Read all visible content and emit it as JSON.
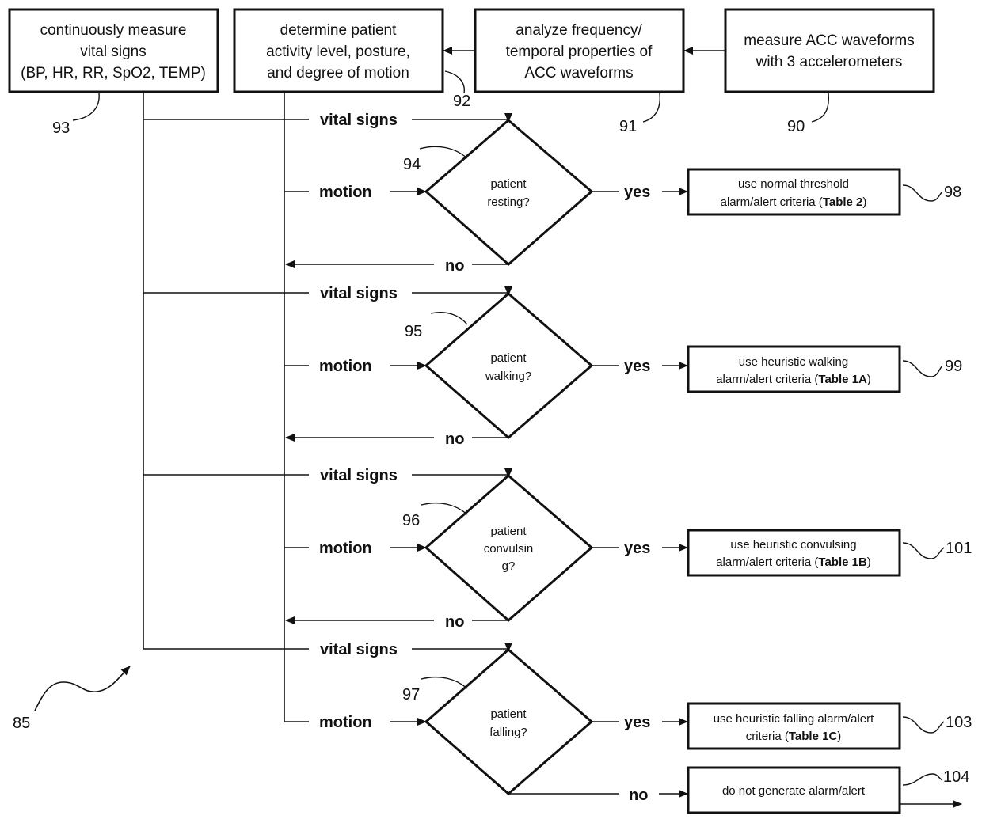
{
  "top_boxes": [
    {
      "ref": "93",
      "lines": [
        "continuously measure",
        "vital signs",
        "(BP, HR, RR, SpO2, TEMP)"
      ]
    },
    {
      "ref": "92",
      "lines": [
        "determine patient",
        "activity level, posture,",
        "and degree of motion"
      ]
    },
    {
      "ref": "91",
      "lines": [
        "analyze frequency/",
        "temporal properties of",
        "ACC waveforms"
      ]
    },
    {
      "ref": "90",
      "lines": [
        "measure ACC waveforms",
        "with 3 accelerometers"
      ]
    }
  ],
  "flow_labels": {
    "vital_signs": "vital signs",
    "motion": "motion",
    "yes": "yes",
    "no": "no"
  },
  "decisions": [
    {
      "ref": "94",
      "lines": [
        "patient",
        "resting?"
      ],
      "result": {
        "ref": "98",
        "line1": "use normal threshold",
        "line2_pre": "alarm/alert criteria (",
        "table": "Table 2",
        "line2_post": ")"
      }
    },
    {
      "ref": "95",
      "lines": [
        "patient",
        "walking?"
      ],
      "result": {
        "ref": "99",
        "line1": "use heuristic walking",
        "line2_pre": "alarm/alert criteria (",
        "table": "Table 1A",
        "line2_post": ")"
      }
    },
    {
      "ref": "96",
      "lines": [
        "patient",
        "convulsin",
        "g?"
      ],
      "result": {
        "ref": "101",
        "line1": "use  heuristic convulsing",
        "line2_pre": "alarm/alert criteria (",
        "table": "Table 1B",
        "line2_post": ")"
      }
    },
    {
      "ref": "97",
      "lines": [
        "patient",
        "falling?"
      ],
      "result": {
        "ref": "103",
        "line1": "use heuristic falling alarm/alert",
        "line2_pre": "criteria (",
        "table": "Table 1C",
        "line2_post": ")"
      }
    }
  ],
  "final_box": {
    "ref": "104",
    "text": "do not generate alarm/alert"
  },
  "figure_ref": "85"
}
